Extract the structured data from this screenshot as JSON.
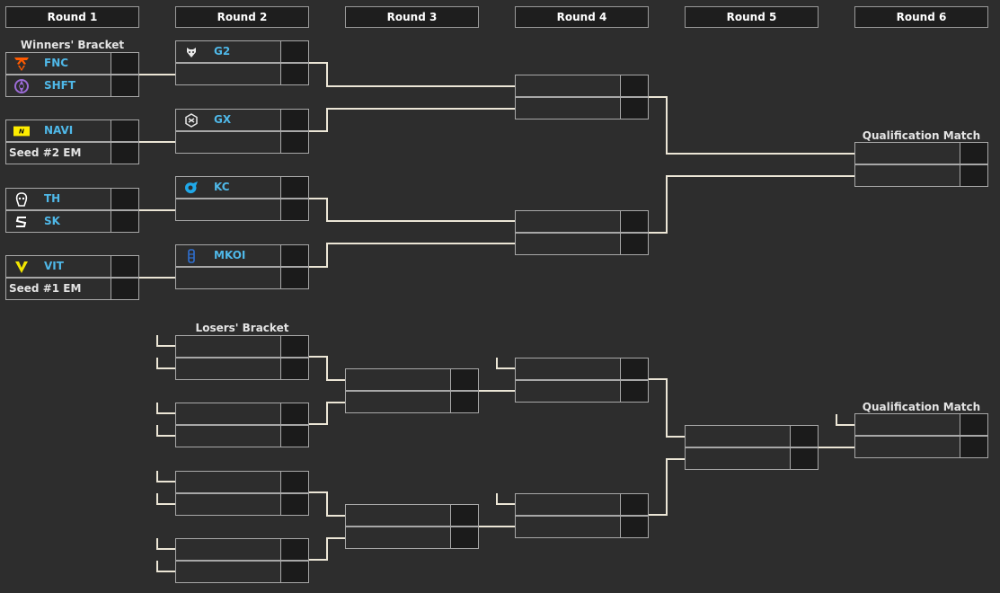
{
  "rounds": [
    "Round 1",
    "Round 2",
    "Round 3",
    "Round 4",
    "Round 5",
    "Round 6"
  ],
  "labels": {
    "winners": "Winners' Bracket",
    "losers": "Losers' Bracket",
    "qual1": "Qualification Match",
    "qual2": "Qualification Match"
  },
  "teams": {
    "fnc": "FNC",
    "shft": "SHFT",
    "navi": "NAVI",
    "seed2": "Seed #2 EM",
    "th": "TH",
    "sk": "SK",
    "vit": "VIT",
    "seed1": "Seed #1 EM",
    "g2": "G2",
    "gx": "GX",
    "kc": "KC",
    "mkoi": "MKOI"
  },
  "colors": {
    "background": "#2d2d2d",
    "line": "#ece6d6",
    "team_name": "#4fb8e8",
    "fnc_logo": "#ff5a00",
    "shft_logo": "#9b6bd6",
    "navi_logo": "#ffee00",
    "kc_logo": "#20a8e8",
    "mkoi_logo": "#2f6fd0",
    "vit_logo": "#f2e600"
  },
  "icons": [
    "fnatic-logo",
    "shft-logo",
    "navi-logo",
    "heretics-logo",
    "sk-logo",
    "vitality-logo",
    "g2-logo",
    "gx-logo",
    "kc-logo",
    "mkoi-logo"
  ]
}
